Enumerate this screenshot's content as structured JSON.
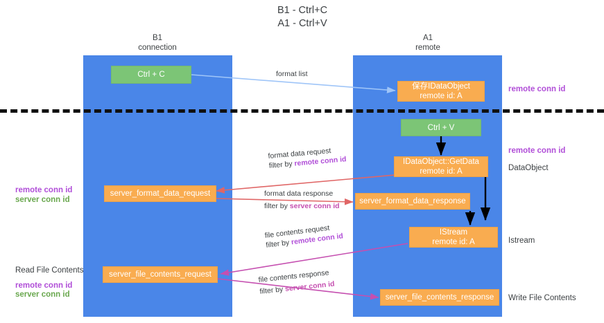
{
  "title": {
    "line1": "B1 - Ctrl+C",
    "line2": "A1 - Ctrl+V"
  },
  "columns": [
    {
      "id": "b1",
      "name": "B1",
      "role": "connection"
    },
    {
      "id": "a1",
      "name": "A1",
      "role": "remote"
    }
  ],
  "legend_keys": {
    "remote_conn_id": "remote conn id",
    "server_conn_id": "server conn id"
  },
  "colors": {
    "lane": "#4a86e8",
    "node_green": "#7cc576",
    "node_orange": "#f9ac50",
    "remote_conn_id": "#b14fd8",
    "server_conn_id_green": "#6aa84f",
    "server_conn_id_pink": "#c54fb0",
    "arrow_blue": "#9fc5f8",
    "arrow_red": "#e06666",
    "arrow_magenta": "#c54fb0",
    "arrow_black": "#000000",
    "divider": "#111111",
    "text": "#3c4043"
  },
  "nodes": [
    {
      "id": "ctrl-c",
      "label_main": "Ctrl + C",
      "label_sub": "",
      "kind": "green"
    },
    {
      "id": "save-idataobject",
      "label_main": "保存IDataObject",
      "label_sub": "remote id: A",
      "kind": "orange"
    },
    {
      "id": "ctrl-v",
      "label_main": "Ctrl + V",
      "label_sub": "",
      "kind": "green"
    },
    {
      "id": "idataobject-getdata",
      "label_main": "IDataObject::GetData",
      "label_sub": "remote id: A",
      "kind": "orange"
    },
    {
      "id": "server-format-data-request",
      "label_main": "server_format_data_request",
      "label_sub": "",
      "kind": "orange"
    },
    {
      "id": "server-format-data-response",
      "label_main": "server_format_data_response",
      "label_sub": "",
      "kind": "orange"
    },
    {
      "id": "istream",
      "label_main": "IStream",
      "label_sub": "remote id: A",
      "kind": "orange"
    },
    {
      "id": "server-file-contents-request",
      "label_main": "server_file_contents_request",
      "label_sub": "",
      "kind": "orange"
    },
    {
      "id": "server-file-contents-response",
      "label_main": "server_file_contents_response",
      "label_sub": "",
      "kind": "orange"
    }
  ],
  "edge_labels": [
    {
      "id": "format-list",
      "line1_plain": "format list",
      "line2_plain": "",
      "line2_key": ""
    },
    {
      "id": "format-data-request",
      "line1_plain": "format data request",
      "line2_plain": "filter by ",
      "line2_key": "remote conn id"
    },
    {
      "id": "format-data-response",
      "line1_plain": "format data response",
      "line2_plain": "filter by ",
      "line2_key": "server conn id"
    },
    {
      "id": "file-contents-request",
      "line1_plain": "file contents request",
      "line2_plain": "filter by ",
      "line2_key": "remote conn id"
    },
    {
      "id": "file-contents-response",
      "line1_plain": "file contents response",
      "line2_plain": "filter by ",
      "line2_key": "server conn id"
    }
  ],
  "right_labels": [
    {
      "id": "right-remote-conn-id-top",
      "text": "remote conn id"
    },
    {
      "id": "right-remote-conn-id-mid",
      "text": "remote conn id"
    },
    {
      "id": "right-dataobject",
      "text": "DataObject"
    },
    {
      "id": "right-istream",
      "text": "Istream"
    },
    {
      "id": "right-write-file",
      "text": "Write File Contents"
    }
  ],
  "left_labels": [
    {
      "id": "left-remote-conn-id-mid",
      "text": "remote conn id"
    },
    {
      "id": "left-server-conn-id-mid",
      "text": "server conn id"
    },
    {
      "id": "left-read-file",
      "text": "Read File Contents"
    },
    {
      "id": "left-remote-conn-id-bot",
      "text": "remote conn id"
    },
    {
      "id": "left-server-conn-id-bot",
      "text": "server conn id"
    }
  ]
}
